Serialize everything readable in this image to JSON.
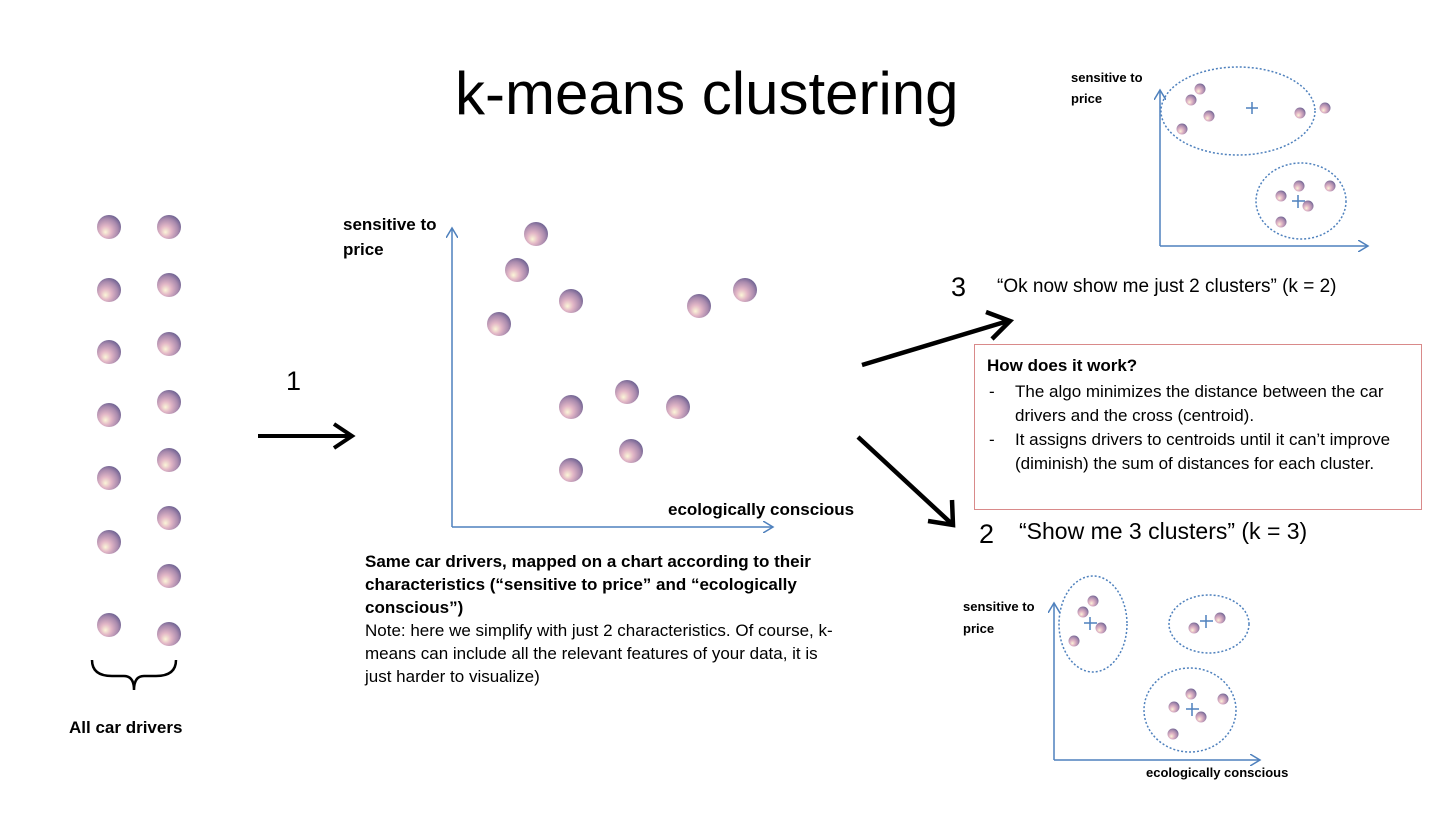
{
  "title": "k-means clustering",
  "left_column": {
    "label": "All car drivers"
  },
  "step1": {
    "number": "1",
    "chart": {
      "ylabel": "sensitive to price",
      "xlabel": "ecologically conscious"
    },
    "caption_bold": "Same car drivers, mapped on a chart according to their characteristics (“sensitive to price” and “ecologically conscious”)",
    "caption_note": "Note: here we simplify  with just 2 characteristics. Of course,  k-means can include all the relevant features of your data, it is just harder to visualize)"
  },
  "step3": {
    "number": "3",
    "text": "“Ok now show me just 2 clusters” (k = 2)",
    "chart": {
      "ylabel": "sensitive to price"
    }
  },
  "step2": {
    "number": "2",
    "text": "“Show me 3 clusters” (k = 3)",
    "chart": {
      "ylabel": "sensitive to price",
      "xlabel": "ecologically conscious"
    }
  },
  "info": {
    "heading": "How does it work?",
    "points": [
      "The algo minimizes  the distance between the car drivers and the cross (centroid).",
      "It assigns drivers to centroids until it can’t improve (diminish)  the sum of distances for each cluster."
    ]
  },
  "colors": {
    "axis": "#4f81bd",
    "info_border": "#d98a8a",
    "ball_center": "#f5edd9",
    "ball_mid": "#c999b9",
    "ball_edge": "#6f6392"
  }
}
